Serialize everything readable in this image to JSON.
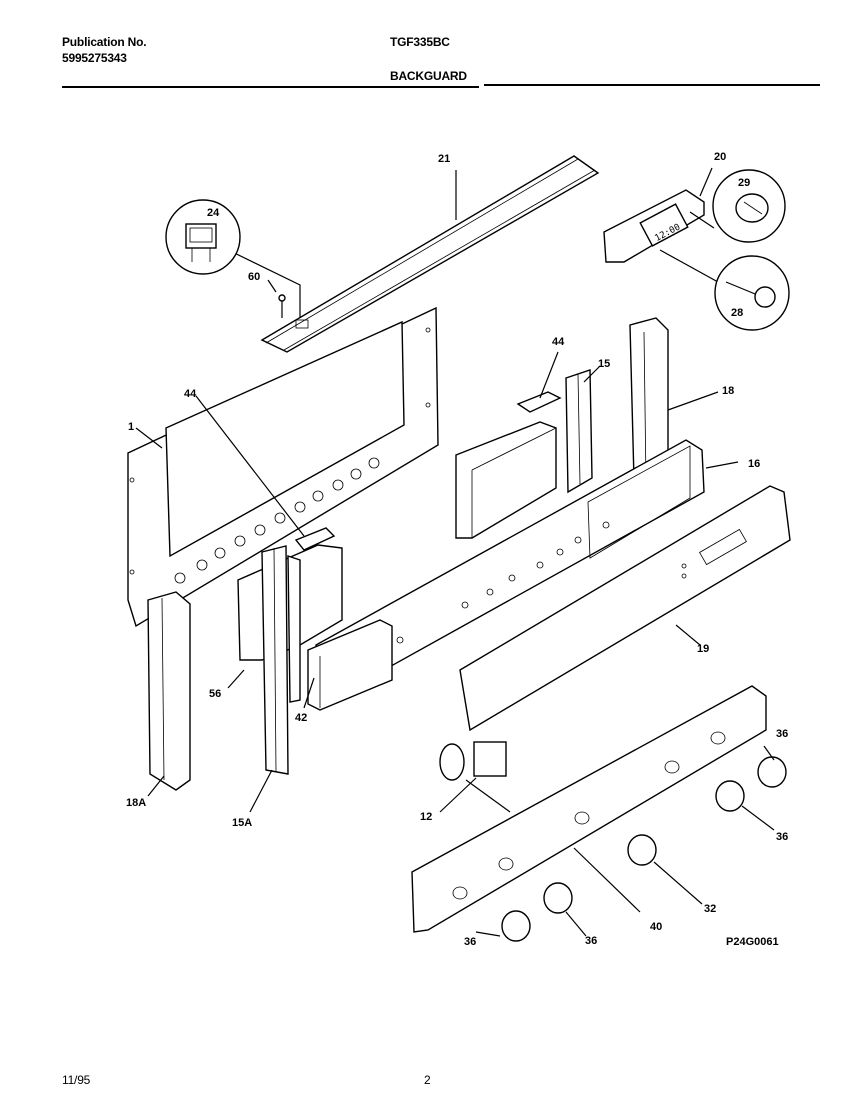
{
  "header": {
    "publication_label": "Publication No.",
    "publication_number": "5995275343",
    "model": "TGF335BC",
    "section": "BACKGUARD"
  },
  "footer": {
    "date": "11/95",
    "page": "2"
  },
  "diagram": {
    "drawing_code": "P24G0061",
    "clock_display": "12:00",
    "callouts": {
      "p1": "1",
      "p12": "12",
      "p15": "15",
      "p15a": "15A",
      "p16": "16",
      "p18": "18",
      "p18a": "18A",
      "p19": "19",
      "p20": "20",
      "p21": "21",
      "p24": "24",
      "p28": "28",
      "p29": "29",
      "p32": "32",
      "p36a": "36",
      "p36b": "36",
      "p36c": "36",
      "p36d": "36",
      "p40": "40",
      "p42": "42",
      "p44a": "44",
      "p44b": "44",
      "p56": "56",
      "p60": "60"
    }
  }
}
